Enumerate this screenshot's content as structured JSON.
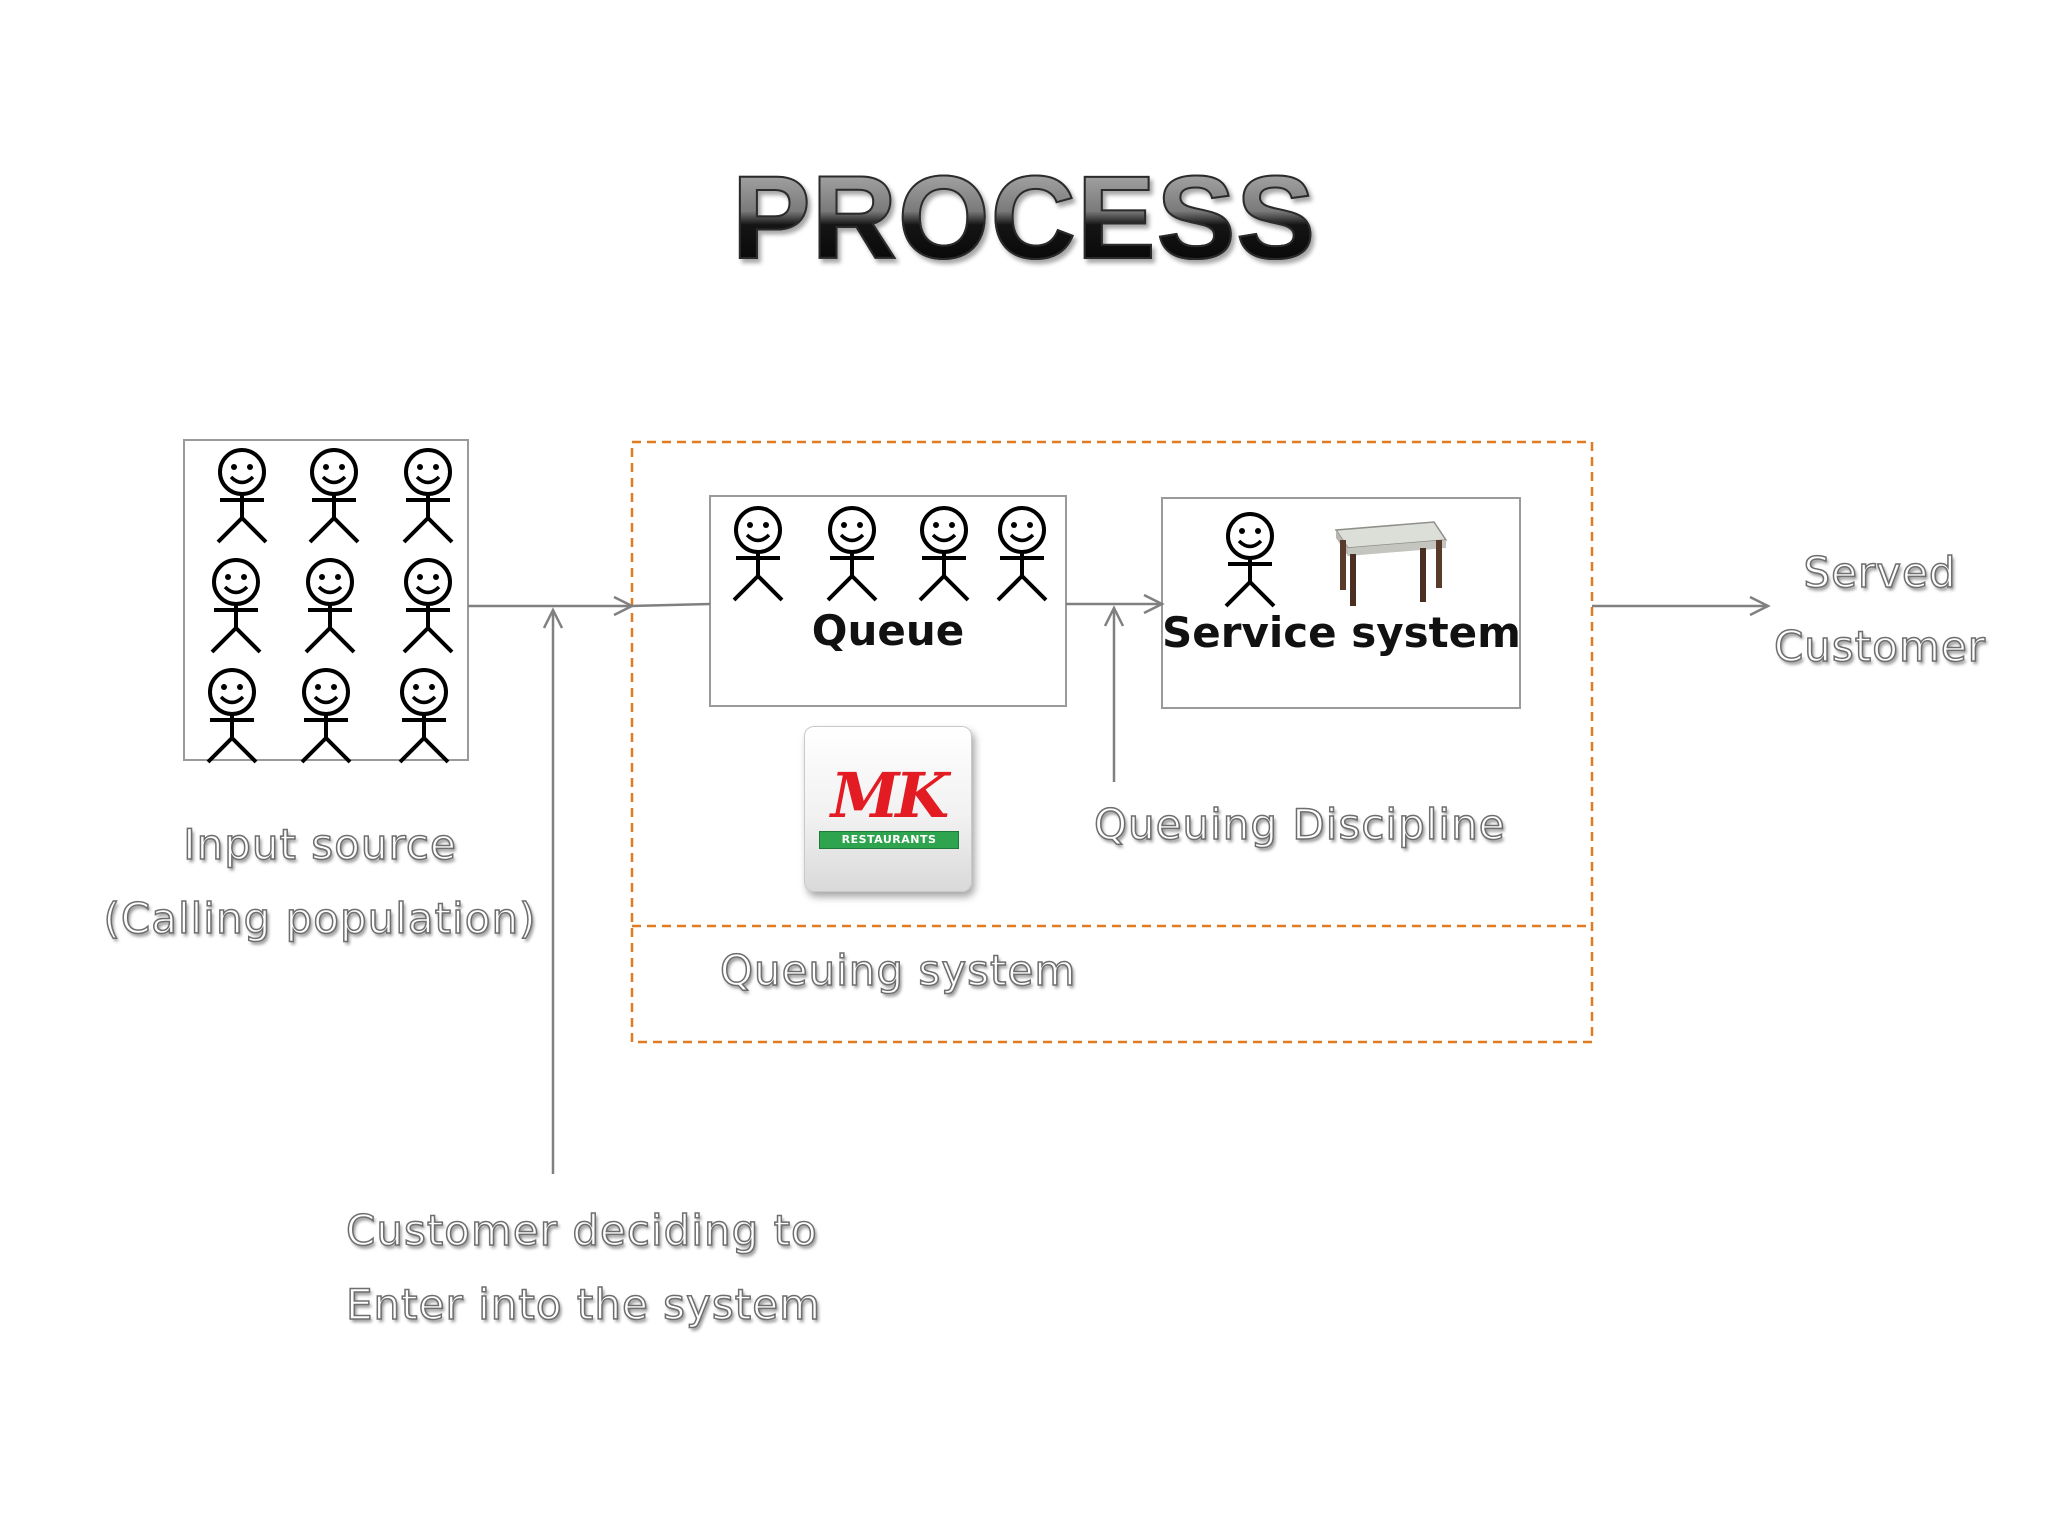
{
  "title": "PROCESS",
  "input_source": {
    "line1": "Input source",
    "line2": "(Calling population)"
  },
  "queue_label": "Queue",
  "service_label": "Service system",
  "served": {
    "line1": "Served",
    "line2": "Customer"
  },
  "queuing_discipline": "Queuing Discipline",
  "queuing_system": "Queuing system",
  "customer_deciding": {
    "line1": "Customer deciding to",
    "line2": "Enter into the system"
  },
  "logo": {
    "text": "MK",
    "band": "RESTAURANTS"
  },
  "colors": {
    "dashed_border": "#e07b20",
    "box_border": "#9a9a9a",
    "arrow": "#808080",
    "logo_red": "#e31b23",
    "logo_green": "#2ea44f"
  },
  "icons": [
    "stick-figure-icon",
    "table-icon",
    "mk-restaurants-logo"
  ]
}
